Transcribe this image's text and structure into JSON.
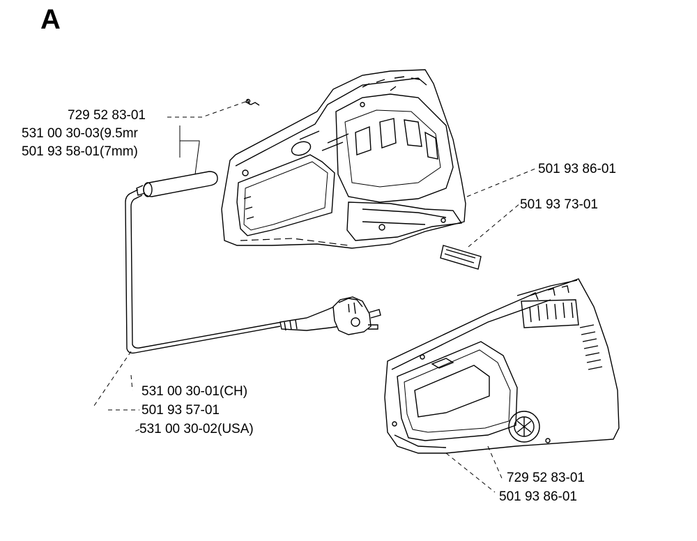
{
  "section_letter": "A",
  "labels": {
    "top_screw": "729 52 83-01",
    "sleeve_95": "531 00 30-03(9.5mr",
    "sleeve_7": "501 93 58-01(7mm)",
    "housing_right": "501 93 86-01",
    "plate": "501 93 73-01",
    "cable_ch": "531 00 30-01(CH)",
    "cable_std": "501 93 57-01",
    "cable_usa": "531 00 30-02(USA)",
    "bottom_screw": "729 52 83-01",
    "bottom_housing": "501 93 86-01"
  }
}
